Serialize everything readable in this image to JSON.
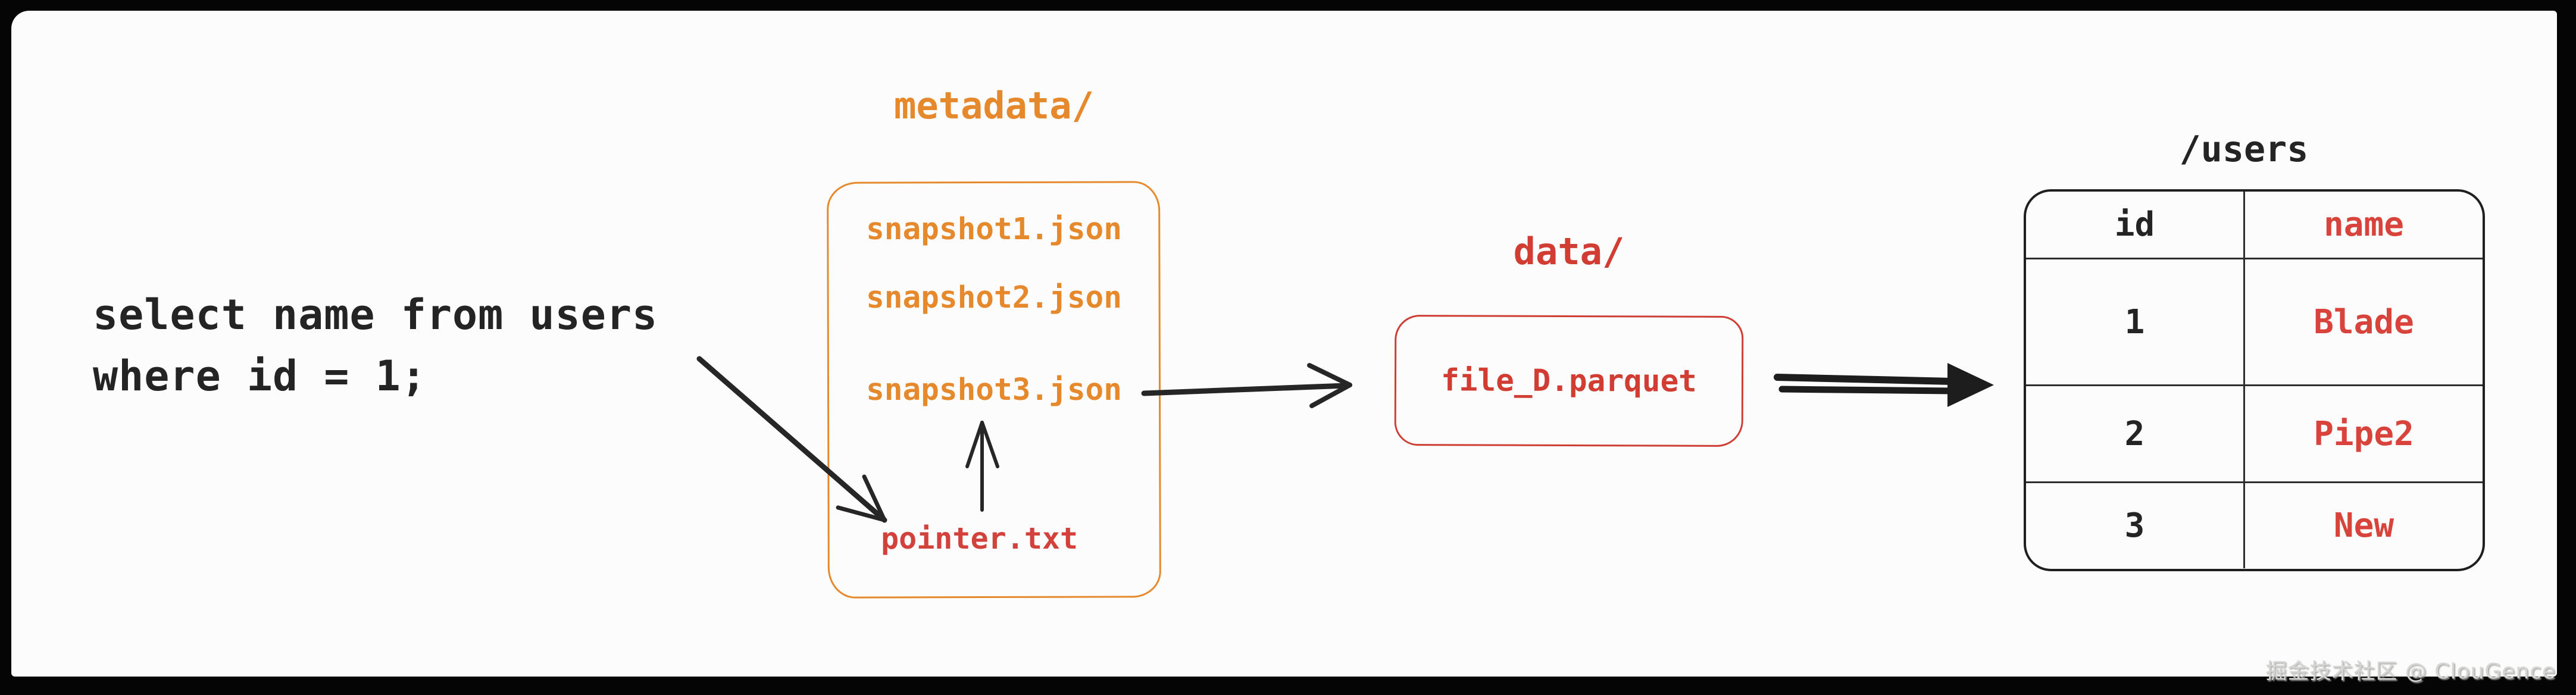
{
  "sql_query": {
    "line1": "select name from users",
    "line2": "where id = 1;"
  },
  "metadata_folder": {
    "label": "metadata/",
    "files": [
      "snapshot1.json",
      "snapshot2.json",
      "snapshot3.json"
    ],
    "pointer_file": "pointer.txt"
  },
  "data_folder": {
    "label": "data/",
    "file": "file_D.parquet"
  },
  "users_table": {
    "title": "/users",
    "columns": [
      "id",
      "name"
    ],
    "rows": [
      [
        "1",
        "Blade"
      ],
      [
        "2",
        "Pipe2"
      ],
      [
        "3",
        "New"
      ]
    ]
  },
  "watermark": "掘金技术社区 @ ClouGence",
  "colors": {
    "orange": "#E6892C",
    "red": "#D13C33",
    "ink": "#242424",
    "background": "#FCFCFC",
    "frame": "#000000",
    "watermark_gray": "#D6D6D4"
  }
}
